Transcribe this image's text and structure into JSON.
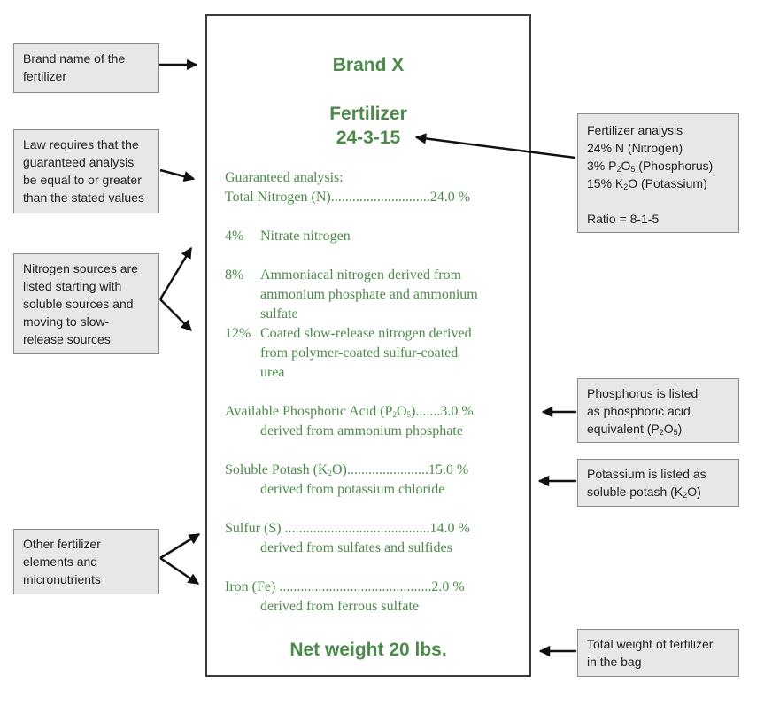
{
  "left_callouts": {
    "brand": [
      "Brand name of the",
      "fertilizer"
    ],
    "law": [
      "Law requires that the",
      "guaranteed analysis",
      "be equal to or greater",
      "than the stated values"
    ],
    "nitrogen": [
      "Nitrogen sources are",
      "listed starting with",
      "soluble sources and",
      "moving to slow-",
      "release sources"
    ],
    "other": [
      "Other fertilizer",
      "elements and",
      "micronutrients"
    ]
  },
  "right_callouts": {
    "analysis": {
      "title": "Fertilizer analysis",
      "n": "24% N (Nitrogen)",
      "p_pre": "3% P",
      "p_sub1": "2",
      "p_mid": "O",
      "p_sub2": "5",
      "p_post": " (Phosphorus)",
      "k_pre": "15% K",
      "k_sub": "2",
      "k_post": "O (Potassium)",
      "ratio": "Ratio = 8-1-5"
    },
    "phosphorus": {
      "l1": "Phosphorus is listed",
      "l2": "as phosphoric acid",
      "l3_pre": "equivalent (P",
      "l3_sub1": "2",
      "l3_mid": "O",
      "l3_sub2": "5",
      "l3_post": ")"
    },
    "potassium": {
      "l1": "Potassium is listed as",
      "l2_pre": "soluble potash (K",
      "l2_sub": "2",
      "l2_post": "O)"
    },
    "weight": [
      "Total weight of fertilizer",
      "in the bag"
    ]
  },
  "label": {
    "brand": "Brand X",
    "product": "Fertilizer",
    "grade": "24-3-15",
    "guaranteed_heading": "Guaranteed analysis:",
    "total_nitrogen": "Total Nitrogen (N)............................24.0 %",
    "nitrate_pct": "4%",
    "nitrate_text": "Nitrate nitrogen",
    "ammoniacal_pct": "8%",
    "ammoniacal_lines": [
      "Ammoniacal nitrogen derived from",
      "ammonium phosphate and ammonium",
      "sulfate"
    ],
    "coated_pct": "12%",
    "coated_lines": [
      "Coated slow-release nitrogen derived",
      "from polymer-coated sulfur-coated",
      "urea"
    ],
    "phos_pre": "Available Phosphoric Acid (P",
    "phos_sub1": "2",
    "phos_mid": "O",
    "phos_sub2": "5",
    "phos_post": ").......3.0 %",
    "phos_source": "derived from ammonium phosphate",
    "potash_pre": "Soluble Potash (K",
    "potash_sub": "2",
    "potash_post": "O).......................15.0 %",
    "potash_source": "derived from potassium chloride",
    "sulfur": "Sulfur (S) .........................................14.0 %",
    "sulfur_source": "derived from sulfates and sulfides",
    "iron": "Iron (Fe) ...........................................2.0 %",
    "iron_source": "derived from ferrous sulfate",
    "net_weight": "Net weight 20 lbs."
  },
  "colors": {
    "label_text": "#4c8a4a",
    "callout_fill": "#e7e7e7",
    "callout_border": "#8a8a8a",
    "arrow": "#111111"
  }
}
